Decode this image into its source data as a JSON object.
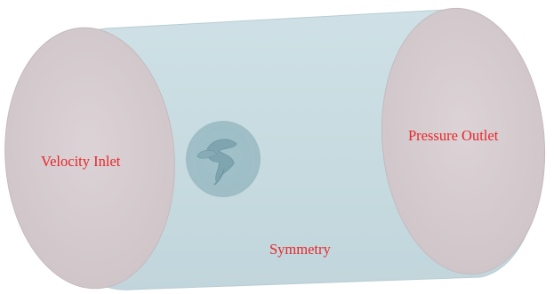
{
  "labels": {
    "inlet": "Velocity Inlet",
    "outlet": "Pressure Outlet",
    "symmetry": "Symmetry"
  },
  "colors": {
    "label_text": "#e8262a",
    "cylinder_body": "#c9dde2",
    "cylinder_edge": "#b7cbd1",
    "end_cap": "#d8d0d2",
    "end_cap_edge": "#c7bcc0",
    "rotor_housing": "#a9c7cf",
    "rotor": "#8fb3bd"
  },
  "icons": {
    "rotor": "turbine-rotor-icon"
  }
}
